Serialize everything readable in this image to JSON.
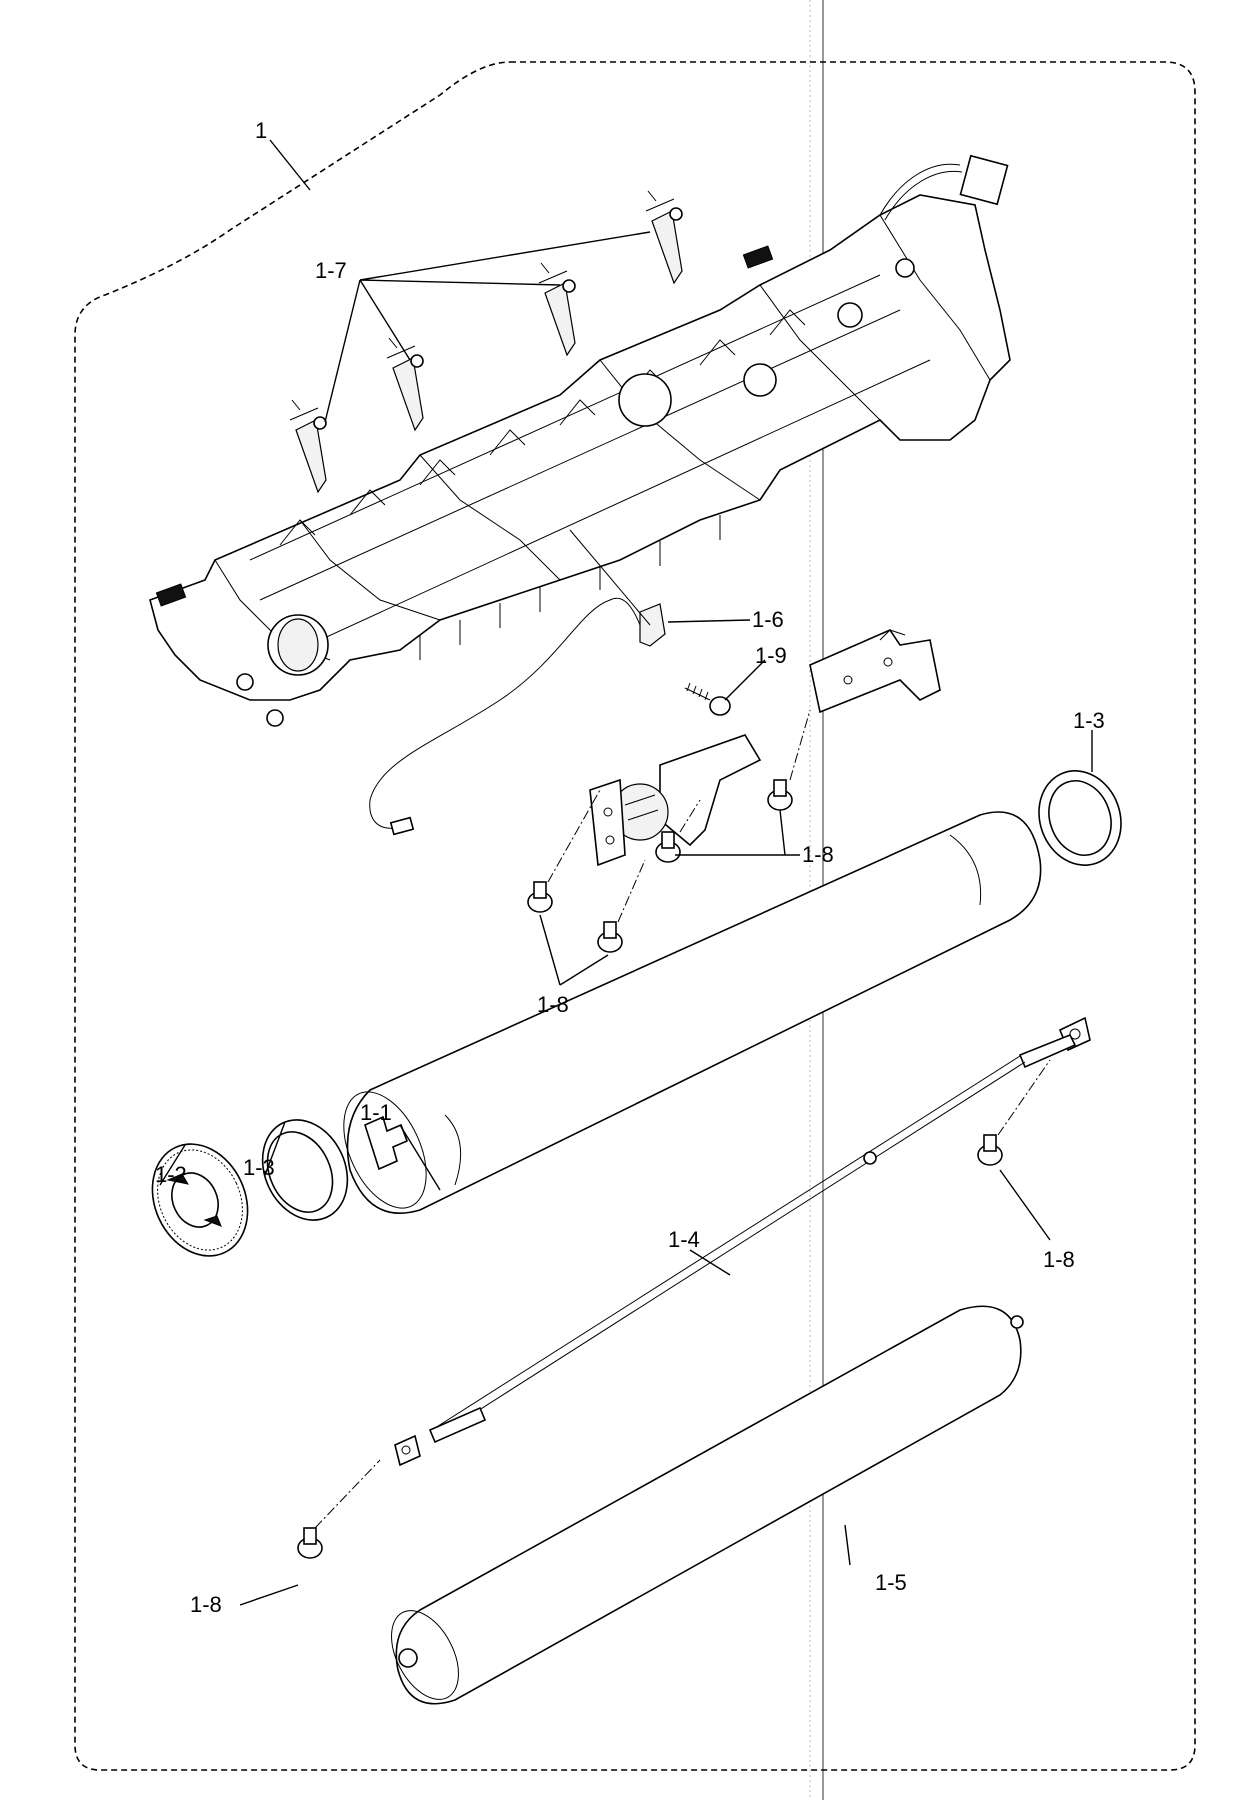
{
  "callouts": {
    "assembly": "1",
    "p1_1": "1-1",
    "p1_2": "1-2",
    "p1_3_left": "1-3",
    "p1_3_right": "1-3",
    "p1_4": "1-4",
    "p1_5": "1-5",
    "p1_6": "1-6",
    "p1_7": "1-7",
    "p1_8_a": "1-8",
    "p1_8_b": "1-8",
    "p1_8_c": "1-8",
    "p1_8_d": "1-8",
    "p1_9": "1-9"
  }
}
